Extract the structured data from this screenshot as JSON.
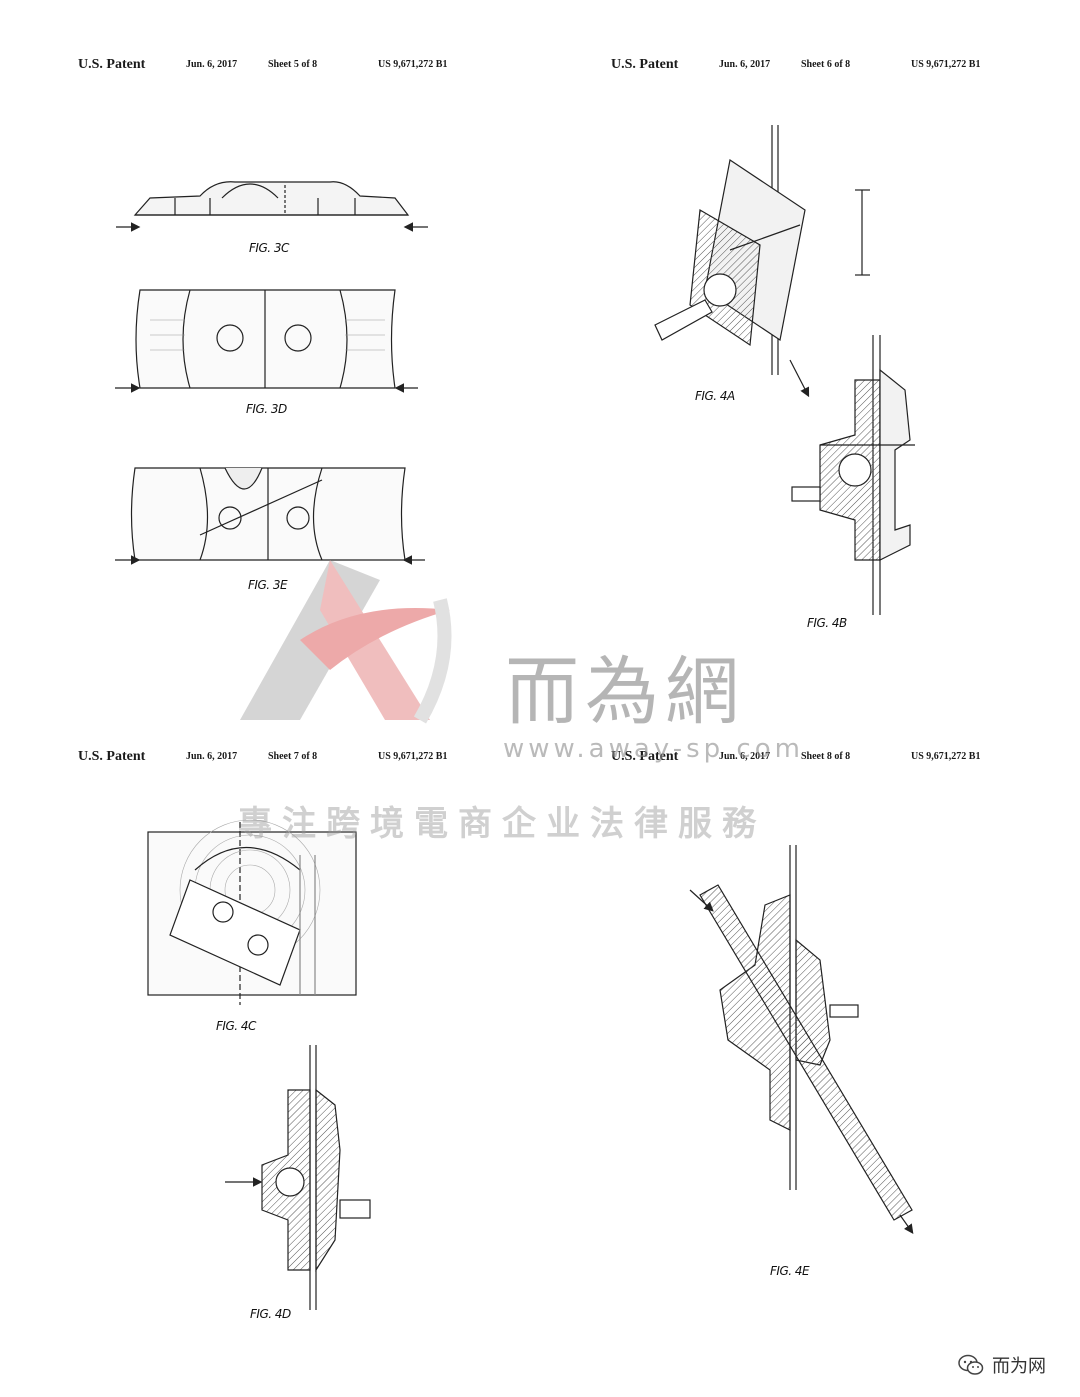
{
  "sheets": [
    {
      "patent": "U.S. Patent",
      "date": "Jun. 6, 2017",
      "sheet": "Sheet 5 of 8",
      "number": "US 9,671,272 B1"
    },
    {
      "patent": "U.S. Patent",
      "date": "Jun. 6, 2017",
      "sheet": "Sheet 6 of 8",
      "number": "US 9,671,272 B1"
    },
    {
      "patent": "U.S. Patent",
      "date": "Jun. 6, 2017",
      "sheet": "Sheet 7 of 8",
      "number": "US 9,671,272 B1"
    },
    {
      "patent": "U.S. Patent",
      "date": "Jun. 6, 2017",
      "sheet": "Sheet 8 of 8",
      "number": "US 9,671,272 B1"
    }
  ],
  "figures": {
    "fig3c": "FIG. 3C",
    "fig3d": "FIG. 3D",
    "fig3e": "FIG. 3E",
    "fig4a": "FIG. 4A",
    "fig4b": "FIG. 4B",
    "fig4c": "FIG. 4C",
    "fig4d": "FIG. 4D",
    "fig4e": "FIG. 4E"
  },
  "watermark": {
    "title": "而為網",
    "url": "www.away-sp.com",
    "tagline": "專注跨境電商企业法律服務"
  },
  "footer": {
    "account": "而为网",
    "icon": "wechat-icon"
  }
}
